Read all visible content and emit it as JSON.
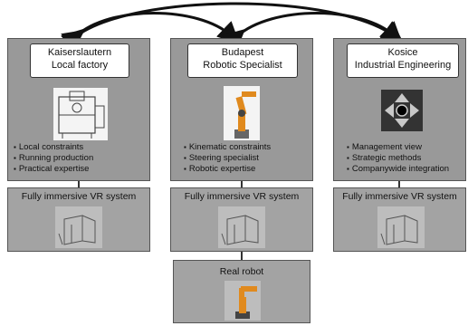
{
  "sites": [
    {
      "city": "Kaiserslautern",
      "role": "Local factory",
      "bullets": [
        "Local constraints",
        "Running production",
        "Practical expertise"
      ]
    },
    {
      "city": "Budapest",
      "role": "Robotic Specialist",
      "bullets": [
        "Kinematic constraints",
        "Steering specialist",
        "Robotic expertise"
      ]
    },
    {
      "city": "Kosice",
      "role": "Industrial Engineering",
      "bullets": [
        "Management view",
        "Strategic methods",
        "Companywide integration"
      ]
    }
  ],
  "vr_system_label": "Fully immersive VR system",
  "real_robot_label": "Real robot",
  "colors": {
    "panel": "#999999",
    "arrow": "#111111"
  }
}
